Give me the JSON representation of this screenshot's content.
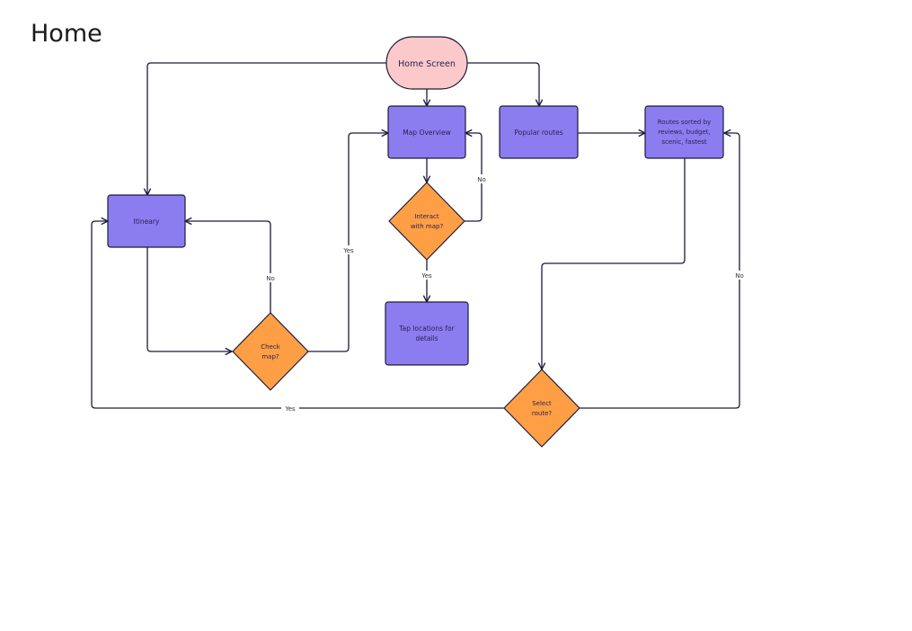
{
  "page": {
    "title": "Home"
  },
  "colors": {
    "start": "#fbc9c9",
    "process": "#8b7cf0",
    "decision": "#ff9f45",
    "line": "#1e1b3a"
  },
  "nodes": {
    "home_screen": "Home Screen",
    "map_overview": "Map Overview",
    "popular_routes": "Popular routes",
    "routes_sorted": [
      "Routes sorted by",
      "reviews, budget,",
      "scenic, fastest"
    ],
    "itineary": "Itineary",
    "interact": [
      "Interact",
      "with map?"
    ],
    "tap_locations": [
      "Tap locations for",
      "details"
    ],
    "check_map": [
      "Check",
      "map?"
    ],
    "select_route": [
      "Select",
      "route?"
    ]
  },
  "edge_labels": {
    "interact_no": "No",
    "interact_yes": "Yes",
    "check_no": "No",
    "check_yes": "Yes",
    "select_no": "No",
    "select_yes": "Yes"
  }
}
